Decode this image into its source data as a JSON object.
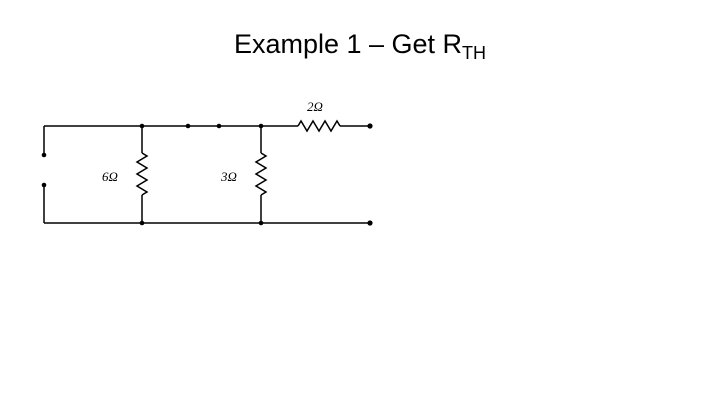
{
  "slide": {
    "title_main": "Example 1 – Get R",
    "title_subscript": "TH"
  },
  "circuit": {
    "resistors": [
      {
        "id": "r-6",
        "label": "6Ω"
      },
      {
        "id": "r-3",
        "label": "3Ω"
      },
      {
        "id": "r-2",
        "label": "2Ω"
      }
    ]
  }
}
